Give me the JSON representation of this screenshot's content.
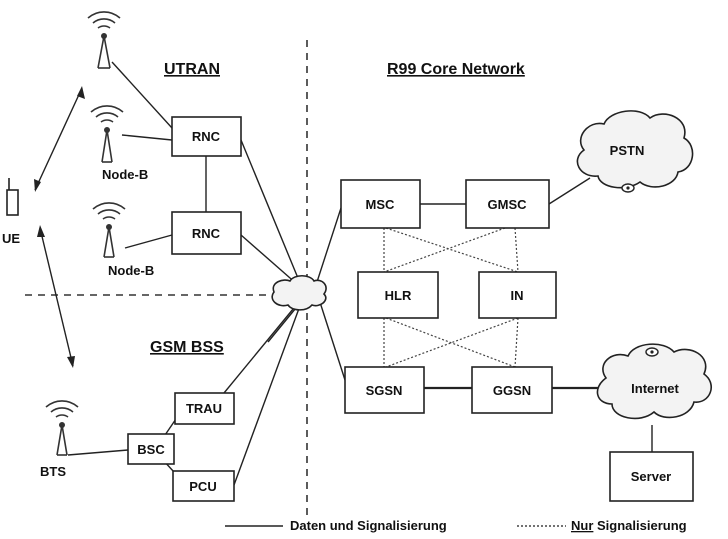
{
  "sections": {
    "utran": "UTRAN",
    "core": "R99 Core Network",
    "gsm_bss": "GSM BSS"
  },
  "nodes": {
    "ue": "UE",
    "node_b_1": "Node-B",
    "node_b_2": "Node-B",
    "rnc_1": "RNC",
    "rnc_2": "RNC",
    "bts": "BTS",
    "bsc": "BSC",
    "trau": "TRAU",
    "pcu": "PCU",
    "msc": "MSC",
    "gmsc": "GMSC",
    "hlr": "HLR",
    "in": "IN",
    "sgsn": "SGSN",
    "ggsn": "GGSN",
    "pstn": "PSTN",
    "internet": "Internet",
    "server": "Server"
  },
  "legend": {
    "solid": "Daten und Signalisierung",
    "dotted_prefix": "Nur",
    "dotted_suffix": " Signalisierung"
  }
}
